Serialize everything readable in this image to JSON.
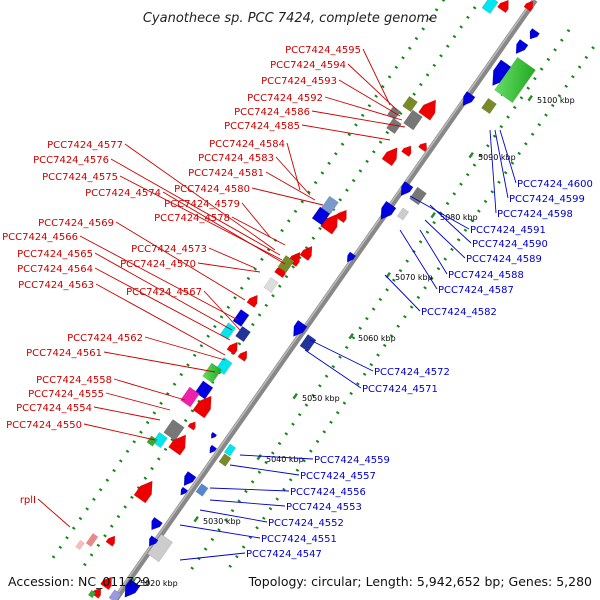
{
  "title": "Cyanothece sp. PCC 7424, complete genome",
  "footer": {
    "accession": "Accession: NC_011729",
    "summary": "Topology: circular; Length: 5,942,652 bp; Genes: 5,280"
  },
  "ruler_ticks": [
    "5020 kbp",
    "5030 kbp",
    "5040 kbp",
    "5050 kbp",
    "5060 kbp",
    "5070 kbp",
    "5080 kbp",
    "5090 kbp",
    "5100 kbp"
  ],
  "red_labels": [
    "PCC7424_4595",
    "PCC7424_4594",
    "PCC7424_4593",
    "PCC7424_4592",
    "PCC7424_4586",
    "PCC7424_4585",
    "PCC7424_4584",
    "PCC7424_4583",
    "PCC7424_4581",
    "PCC7424_4580",
    "PCC7424_4579",
    "PCC7424_4578",
    "PCC7424_4577",
    "PCC7424_4576",
    "PCC7424_4575",
    "PCC7424_4574",
    "PCC7424_4573",
    "PCC7424_4570",
    "PCC7424_4569",
    "PCC7424_4566",
    "PCC7424_4565",
    "PCC7424_4564",
    "PCC7424_4563",
    "PCC7424_4567",
    "PCC7424_4562",
    "PCC7424_4561",
    "PCC7424_4558",
    "PCC7424_4555",
    "PCC7424_4554",
    "PCC7424_4550",
    "rplI"
  ],
  "blue_labels": [
    "PCC7424_4600",
    "PCC7424_4599",
    "PCC7424_4598",
    "PCC7424_4591",
    "PCC7424_4590",
    "PCC7424_4589",
    "PCC7424_4588",
    "PCC7424_4587",
    "PCC7424_4582",
    "PCC7424_4572",
    "PCC7424_4571",
    "PCC7424_4559",
    "PCC7424_4557",
    "PCC7424_4556",
    "PCC7424_4553",
    "PCC7424_4552",
    "PCC7424_4551",
    "PCC7424_4547"
  ],
  "colors": {
    "forward_label": "#cc0000",
    "reverse_label": "#0000cc",
    "backbone": "#808080",
    "forward_gene": "#ee0000",
    "reverse_gene": "#0000dd",
    "rna_cyan": "#00e5ee",
    "rna_green": "#33cc33",
    "olive": "#7a8a2a",
    "gray_gene": "#777777",
    "dots": "#118811"
  }
}
